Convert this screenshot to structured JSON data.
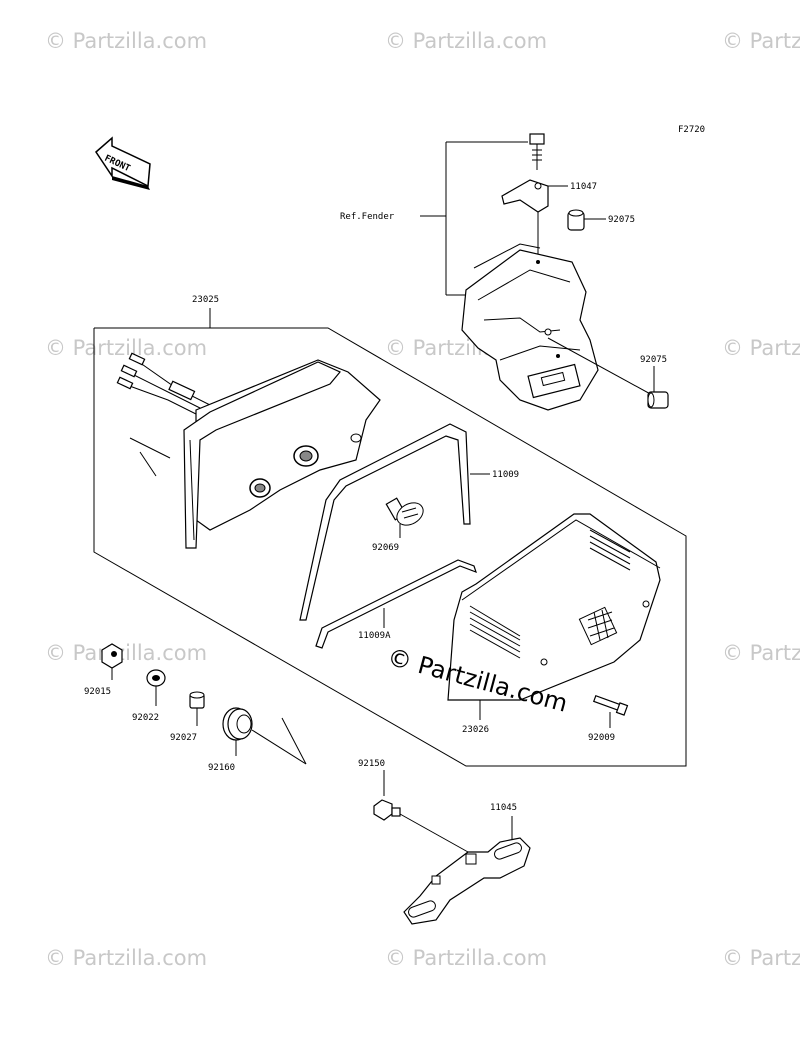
{
  "figure_code": "F2720",
  "front_label": "FRONT",
  "ref_label": "Ref.Fender",
  "watermark": "© Partzilla.com",
  "parts": {
    "p11047": "11047",
    "p92075a": "92075",
    "p92075b": "92075",
    "p23025": "23025",
    "p11009": "11009",
    "p92069": "92069",
    "p11009A": "11009A",
    "p92015": "92015",
    "p92022": "92022",
    "p92027": "92027",
    "p92160": "92160",
    "p23026": "23026",
    "p92009": "92009",
    "p92150": "92150",
    "p11045": "11045"
  }
}
